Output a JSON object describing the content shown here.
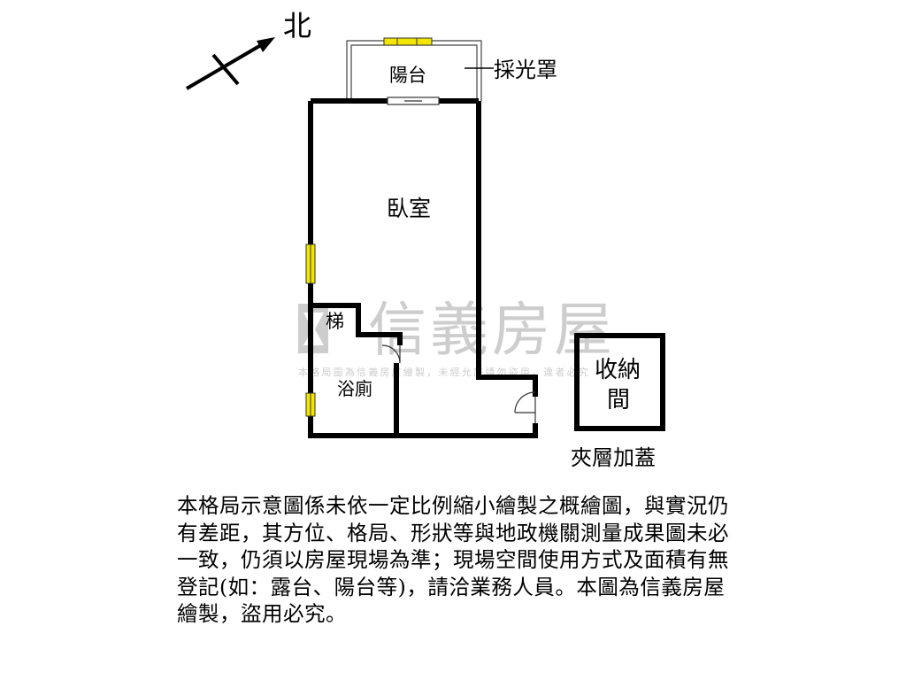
{
  "compass": {
    "north_label": "北"
  },
  "rooms": {
    "balcony": "陽台",
    "bedroom": "臥室",
    "stairs": "梯",
    "bathroom": "浴廁",
    "storage_line1": "收納",
    "storage_line2": "間"
  },
  "annotations": {
    "skylight": "採光罩",
    "mezzanine": "夾層加蓋"
  },
  "watermark": {
    "logo_text": "信義房屋",
    "notice": "本格局圖為信義房屋繪製，未經允許請勿盜用，違者必究"
  },
  "disclaimer": "本格局示意圖係未依一定比例縮小繪製之概繪圖，與實況仍有差距，其方位、格局、形狀等與地政機關測量成果圖未必一致，仍須以房屋現場為準；現場空間使用方式及面積有無登記(如：露台、陽台等)，請洽業務人員。本圖為信義房屋繪製，盜用必究。",
  "colors": {
    "window_fill": "#f2e600",
    "wall": "#000000",
    "watermark": "#c8c8c8"
  }
}
